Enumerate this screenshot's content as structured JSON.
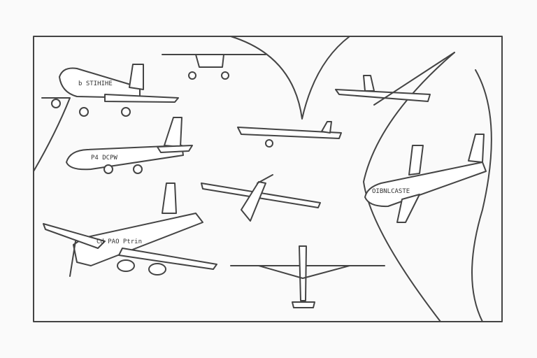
{
  "illustration": {
    "subject": "airplanes line-art sketch",
    "colors": {
      "background": "#fafafa",
      "stroke": "#444444"
    },
    "planes": [
      {
        "id": "jet-top-left",
        "label": "b STIHIHE"
      },
      {
        "id": "prop-top-center",
        "label": ""
      },
      {
        "id": "jet-top-right",
        "label": ""
      },
      {
        "id": "jet-mid-left",
        "label": "P4 DCPW"
      },
      {
        "id": "jet-mid-center",
        "label": ""
      },
      {
        "id": "cargo-right",
        "label": "OIBNLCASTE"
      },
      {
        "id": "prop-mid-center",
        "label": ""
      },
      {
        "id": "turboprop-bottom-left",
        "label": "Cd PAO Ptrin"
      },
      {
        "id": "glider-bottom-center",
        "label": ""
      }
    ]
  }
}
